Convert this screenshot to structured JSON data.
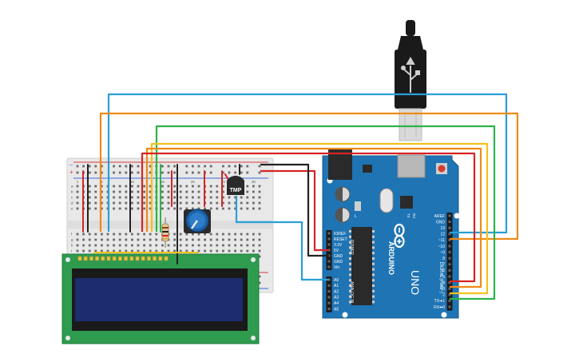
{
  "colors": {
    "background": "#ffffff",
    "breadboard": "#e8e8e8",
    "arduino_board": "#1f74b4",
    "lcd_pcb": "#2e9b4f",
    "lcd_screen": "#1c2c6e",
    "wire_blue": "#2a9fd6",
    "wire_orange": "#ef8a17",
    "wire_green": "#2db34a",
    "wire_yellow": "#f2c21b",
    "wire_red": "#d62424",
    "wire_black": "#222222",
    "rail_red": "#d83a3a",
    "rail_blue": "#3a6bd8"
  },
  "breadboard": {
    "rail_plus": "+",
    "rail_minus": "−",
    "column_numbers": [
      "1",
      "5",
      "10",
      "15",
      "20",
      "25",
      "30"
    ],
    "row_letters_top": [
      "a",
      "b",
      "c",
      "d",
      "e"
    ],
    "row_letters_bottom": [
      "f",
      "g",
      "h",
      "i",
      "j"
    ]
  },
  "sensor": {
    "label": "TMP"
  },
  "arduino": {
    "brand": "ARDUINO",
    "model": "UNO",
    "power_header_title": "POWER",
    "power_pins": [
      "IOREF",
      "RESET",
      "3.3V",
      "5V",
      "GND",
      "GND",
      "Vin"
    ],
    "analog_header_title": "ANALOG IN",
    "analog_pins": [
      "A0",
      "A1",
      "A2",
      "A3",
      "A4",
      "A5"
    ],
    "digital_header_title": "DIGITAL (PWM~)",
    "digital_pins": [
      "AREF",
      "GND",
      "13",
      "12",
      "~11",
      "~10",
      "~9",
      "8",
      "7",
      "~6",
      "~5",
      "4",
      "~3",
      "2",
      "TX➜1",
      "RX⬅0"
    ],
    "tx_label": "TX",
    "rx_label": "RX",
    "led_label": "L"
  },
  "icons": [
    "usb-cable-icon",
    "arduino-infinity-logo-icon",
    "potentiometer-icon",
    "temperature-sensor-icon",
    "resistor-icon"
  ]
}
